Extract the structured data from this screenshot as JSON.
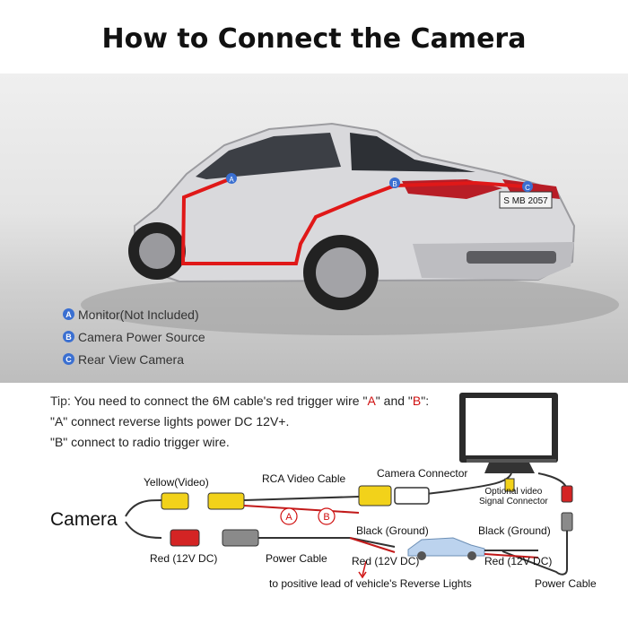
{
  "title": "How to Connect the Camera",
  "photo": {
    "plate_text": "S MB 2057",
    "markers": [
      "A",
      "B",
      "C"
    ],
    "legend": [
      {
        "letter": "A",
        "text": "Monitor(Not Included)"
      },
      {
        "letter": "B",
        "text": "Camera Power Source"
      },
      {
        "letter": "C",
        "text": "Rear View Camera"
      }
    ]
  },
  "tip": {
    "label": "Tip",
    "line1_pre": ": You need to connect the 6M cable's red trigger wire \"",
    "line1_a": "A",
    "line1_mid": "\" and \"",
    "line1_b": "B",
    "line1_post": "\":",
    "line2": "\"A\" connect reverse lights power DC 12V+.",
    "line3": "\"B\" connect to radio trigger wire."
  },
  "diagram": {
    "camera": "Camera",
    "yellow_video": "Yellow(Video)",
    "red_12v": "Red (12V DC)",
    "rca_cable": "RCA Video Cable",
    "power_cable_mid": "Power Cable",
    "camera_connector": "Camera Connector",
    "optional_video_1": "Optional video",
    "optional_video_2": "Signal Connector",
    "black_ground_left": "Black (Ground)",
    "black_ground_right": "Black (Ground)",
    "red_12v_mid": "Red (12V DC)",
    "red_12v_right": "Red (12V DC)",
    "reverse_lights": "to positive lead of vehicle's Reverse Lights",
    "power_cable_right": "Power Cable",
    "wire_a": "A",
    "wire_b": "B"
  },
  "colors": {
    "accent_red": "#d01010",
    "legend_blue": "#3a6fd1",
    "rca_yellow": "#f2d21a",
    "plug_red": "#d42424",
    "plug_gray": "#8a8a8a"
  }
}
